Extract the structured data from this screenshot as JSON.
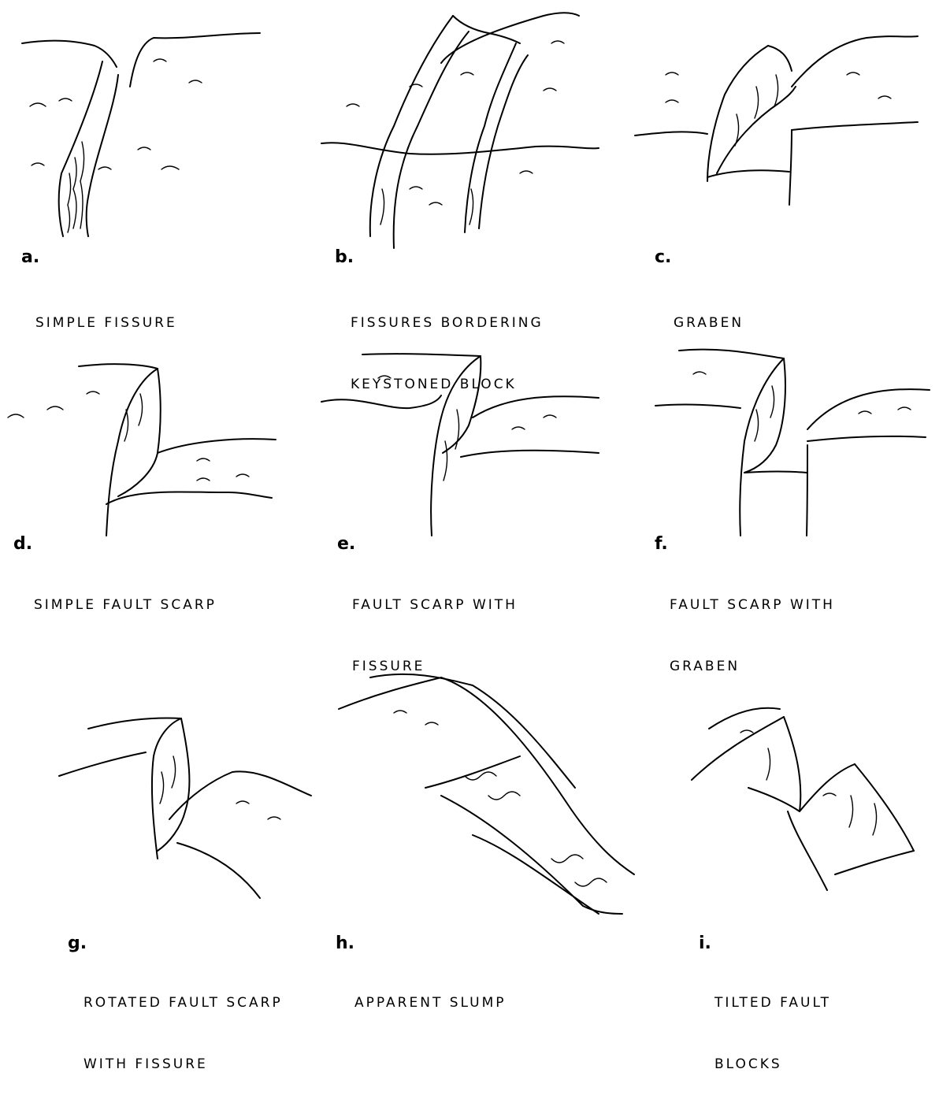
{
  "panels": [
    {
      "id": "a",
      "letter": "a.",
      "caption_lines": [
        "SIMPLE FISSURE"
      ]
    },
    {
      "id": "b",
      "letter": "b.",
      "caption_lines": [
        "FISSURES BORDERING",
        "KEYSTONED BLOCK"
      ]
    },
    {
      "id": "c",
      "letter": "c.",
      "caption_lines": [
        "GRABEN"
      ]
    },
    {
      "id": "d",
      "letter": "d.",
      "caption_lines": [
        "SIMPLE FAULT SCARP"
      ]
    },
    {
      "id": "e",
      "letter": "e.",
      "caption_lines": [
        "FAULT SCARP WITH",
        "FISSURE"
      ]
    },
    {
      "id": "f",
      "letter": "f.",
      "caption_lines": [
        "FAULT SCARP WITH",
        "GRABEN"
      ]
    },
    {
      "id": "g",
      "letter": "g.",
      "caption_lines": [
        "ROTATED FAULT SCARP",
        "WITH FISSURE"
      ]
    },
    {
      "id": "h",
      "letter": "h.",
      "caption_lines": [
        "APPARENT SLUMP"
      ]
    },
    {
      "id": "i",
      "letter": "i.",
      "caption_lines": [
        "TILTED FAULT",
        "BLOCKS"
      ]
    }
  ]
}
